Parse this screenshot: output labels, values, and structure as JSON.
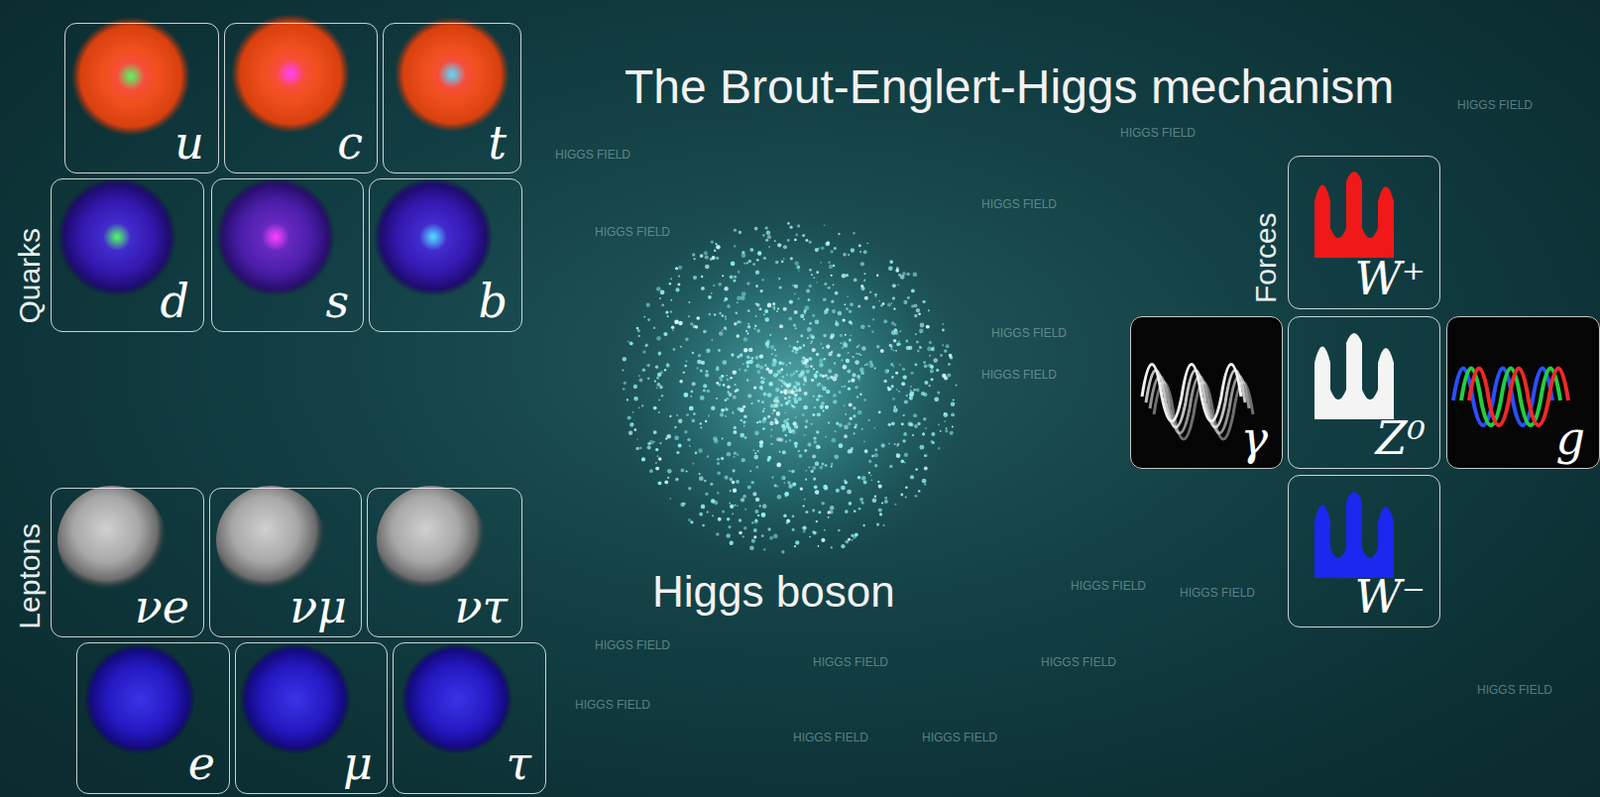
{
  "diagram": {
    "title": "The Brout-Englert-Higgs mechanism",
    "nodes": [
      {
        "text": [
          "u"
        ]
      },
      {
        "text": [
          "c"
        ]
      },
      {
        "text": [
          "t"
        ]
      },
      {
        "text": [
          "d"
        ]
      },
      {
        "text": [
          "s"
        ]
      },
      {
        "text": [
          "b"
        ]
      },
      {
        "text": [
          "νe"
        ]
      },
      {
        "text": [
          "νμ"
        ]
      },
      {
        "text": [
          "ντ"
        ]
      },
      {
        "text": [
          "e"
        ]
      },
      {
        "text": [
          "μ"
        ]
      },
      {
        "text": [
          "τ"
        ]
      },
      {
        "text": [
          "W⁺"
        ]
      },
      {
        "text": [
          "γ"
        ]
      },
      {
        "text": [
          "Z⁰"
        ]
      },
      {
        "text": [
          "g"
        ]
      },
      {
        "text": [
          "W⁻"
        ]
      }
    ],
    "labels": [
      "Quarks",
      "Leptons",
      "Forces",
      "Higgs boson",
      "HIGGS FIELD",
      "HIGGS FIELD",
      "HIGGS FIELD",
      "HIGGS FIELD",
      "HIGGS FIELD",
      "HIGGS FIELD",
      "HIGGS FIELD",
      "HIGGS FIELD",
      "HIGGS FIELD",
      "HIGGS FIELD",
      "HIGGS FIELD",
      "HIGGS FIELD",
      "HIGGS FIELD",
      "HIGGS FIELD",
      "HIGGS FIELD",
      "HIGGS FIELD"
    ]
  }
}
